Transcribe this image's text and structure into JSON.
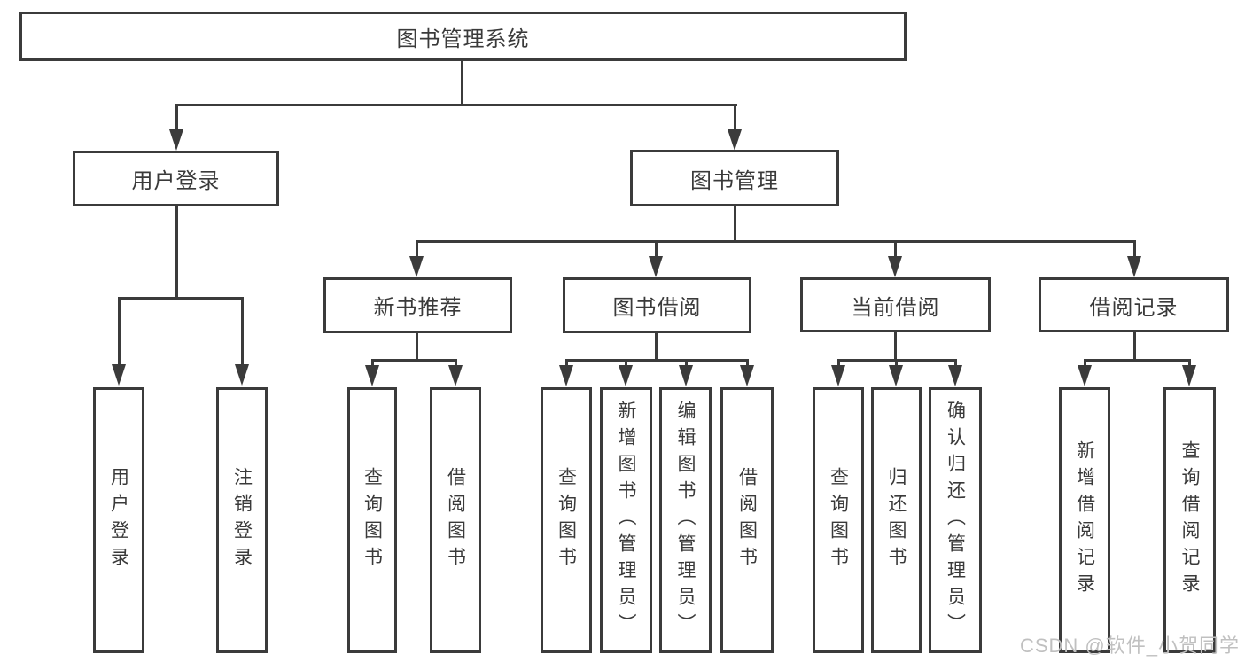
{
  "diagram": {
    "title": "图书管理系统",
    "tree": {
      "label": "图书管理系统",
      "children": [
        {
          "label": "用户登录",
          "children": [
            {
              "label": "用户登录"
            },
            {
              "label": "注销登录"
            }
          ]
        },
        {
          "label": "图书管理",
          "children": [
            {
              "label": "新书推荐",
              "children": [
                {
                  "label": "查询图书"
                },
                {
                  "label": "借阅图书"
                }
              ]
            },
            {
              "label": "图书借阅",
              "children": [
                {
                  "label": "查询图书"
                },
                {
                  "label": "新增图书（管理员）"
                },
                {
                  "label": "编辑图书（管理员）"
                },
                {
                  "label": "借阅图书"
                }
              ]
            },
            {
              "label": "当前借阅",
              "children": [
                {
                  "label": "查询图书"
                },
                {
                  "label": "归还图书"
                },
                {
                  "label": "确认归还（管理员）"
                }
              ]
            },
            {
              "label": "借阅记录",
              "children": [
                {
                  "label": "新增借阅记录"
                },
                {
                  "label": "查询借阅记录"
                }
              ]
            }
          ]
        }
      ]
    }
  },
  "watermark": {
    "text": "CSDN @软件_小贺同学"
  },
  "colors": {
    "line": "#3b3b3b",
    "text": "#3a3a3a",
    "box_fill": "#ffffff",
    "watermark": "#c0c0c0",
    "background": "#ffffff"
  }
}
